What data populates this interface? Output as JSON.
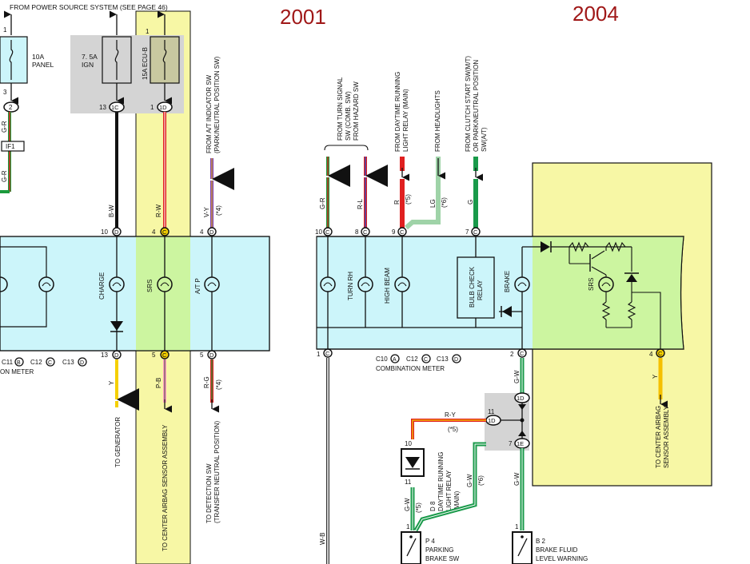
{
  "years": {
    "left": "2001",
    "right": "2004"
  },
  "header": {
    "power_source": "FROM POWER SOURCE SYSTEM (SEE PAGE 46)"
  },
  "fuses": {
    "panel": {
      "pin_top": "1",
      "pin_bottom": "3",
      "label_1": "10A",
      "label_2": "PANEL"
    },
    "ign": {
      "label_1": "7. 5A",
      "label_2": "IGN",
      "pin": "13",
      "conn": "1C"
    },
    "ecu_b": {
      "label": "15A ECU-B",
      "pin_top": "1",
      "pin": "1",
      "conn": "1D"
    }
  },
  "connectors": {
    "c2": "2",
    "if1": "IF1"
  },
  "wires_2001": {
    "g_r_1": "G-R",
    "g_r_2": "G-R",
    "b_w": "B-W",
    "r_w": "R-W",
    "v_y": "V-Y",
    "note4a": "(*4)",
    "y": "Y",
    "p_b": "P-B",
    "r_g": "R-G",
    "note4b": "(*4)"
  },
  "meter_2001": {
    "top_pins": [
      {
        "pin": "10",
        "conn": "D"
      },
      {
        "pin": "4",
        "conn": "C"
      },
      {
        "pin": "4",
        "conn": "D"
      }
    ],
    "bottom_pins": [
      {
        "pin": "13",
        "conn": "D"
      },
      {
        "pin": "5",
        "conn": "C"
      },
      {
        "pin": "5",
        "conn": "D"
      }
    ],
    "lamps": {
      "charge": "CHARGE",
      "srs": "SRS",
      "at_p": "A/T P"
    },
    "conn_row_c11": "C11",
    "conn_row_b": "B",
    "conn_row_c12": "C12",
    "conn_row_c": "C",
    "conn_row_c13": "C13",
    "conn_row_d": "D",
    "name_fragment": "ON METER"
  },
  "labels_2001": {
    "at_indicator_1": "FROM A/T INDICATOR SW",
    "at_indicator_2": "(PARK/NEUTRAL POSITION SW)",
    "to_generator": "TO GENERATOR",
    "to_airbag": "TO CENTER AIRBAG SENSOR ASSEMBLY",
    "to_detection_1": "TO DETECTION SW",
    "to_detection_2": "(TRANSFER NEUTRAL POSITION)"
  },
  "labels_2004": {
    "turn_1": "FROM TURN SIGNAL",
    "turn_2": "SW (COMB. SW)",
    "turn_3": "FROM HAZARD SW",
    "drl_1": "FROM DAYTIME RUNNING",
    "drl_2": "LIGHT RELAY (MAIN)",
    "headlights": "FROM HEADLIGHTS",
    "clutch_1": "FROM CLUTCH START SW(M/T)",
    "clutch_2": "OR PARK/NEUTRAL POSITION",
    "clutch_3": "SW(A/T)",
    "to_airbag_1": "TO CENTER AIRBAG",
    "to_airbag_2": "SENSOR ASSEMBLY"
  },
  "wires_2004": {
    "g_r": "G-R",
    "r_l": "R-L",
    "r": "R",
    "note5a": "(*5)",
    "lg": "LG",
    "note6a": "(*6)",
    "g": "G",
    "y": "Y",
    "g_w_1": "G-W",
    "g_w_2": "G-W",
    "g_w_3": "G-W",
    "g_w_4": "G-W",
    "r_y": "R-Y",
    "note5b": "(*5)",
    "note6b": "(*6)",
    "note5c": "(*5)",
    "w_b": "W-B"
  },
  "meter_2004": {
    "top_pins": [
      {
        "pin": "10",
        "conn": "C"
      },
      {
        "pin": "8",
        "conn": "C"
      },
      {
        "pin": "9",
        "conn": "C"
      },
      {
        "pin": "7",
        "conn": "C"
      }
    ],
    "bottom_pins": [
      {
        "pin": "1",
        "conn": "C"
      },
      {
        "pin": "2",
        "conn": "C"
      },
      {
        "pin": "4",
        "conn": "C"
      }
    ],
    "lamps": {
      "turn_rh": "TURN RH",
      "high_beam": "HIGH BEAM",
      "brake": "BRAKE",
      "srs": "SRS"
    },
    "relay_1": "BULB CHECK",
    "relay_2": "RELAY",
    "conn_row_c10": "C10",
    "conn_row_a": "A",
    "conn_row_c12": "C12",
    "conn_row_c": "C",
    "conn_row_c13": "C13",
    "conn_row_d": "D",
    "name": "COMBINATION METER"
  },
  "junctions_2004": {
    "j1d_top": "1D",
    "pin_11": "11",
    "j1d_mid": "1D",
    "pin_7": "7",
    "j1e": "1E",
    "pin_10": "10",
    "pin_11b": "11"
  },
  "components_2004": {
    "d8_1": "D 8",
    "d8_2": "DAYTIME RUNNING",
    "d8_3": "LIGHT RELAY",
    "d8_4": "(MAIN)",
    "p4_1": "P 4",
    "p4_2": "PARKING",
    "p4_3": "BRAKE SW",
    "p4_pin": "1",
    "b2_1": "B 2",
    "b2_2": "BRAKE FLUID",
    "b2_3": "LEVEL WARNING",
    "b2_pin": "1"
  },
  "colors": {
    "meter_fill": "#ccf5fa",
    "highlight_yellow": "#f7f7a5",
    "highlight_green": "#ccf5a0",
    "fuse_grey": "#d4d4d4",
    "year_red": "#a01818",
    "wire_red": "#e02020",
    "wire_green": "#199a4a",
    "wire_yellow": "#f5d000",
    "wire_violet": "#7a3bb5",
    "wire_lightgreen": "#9fd3a8"
  }
}
